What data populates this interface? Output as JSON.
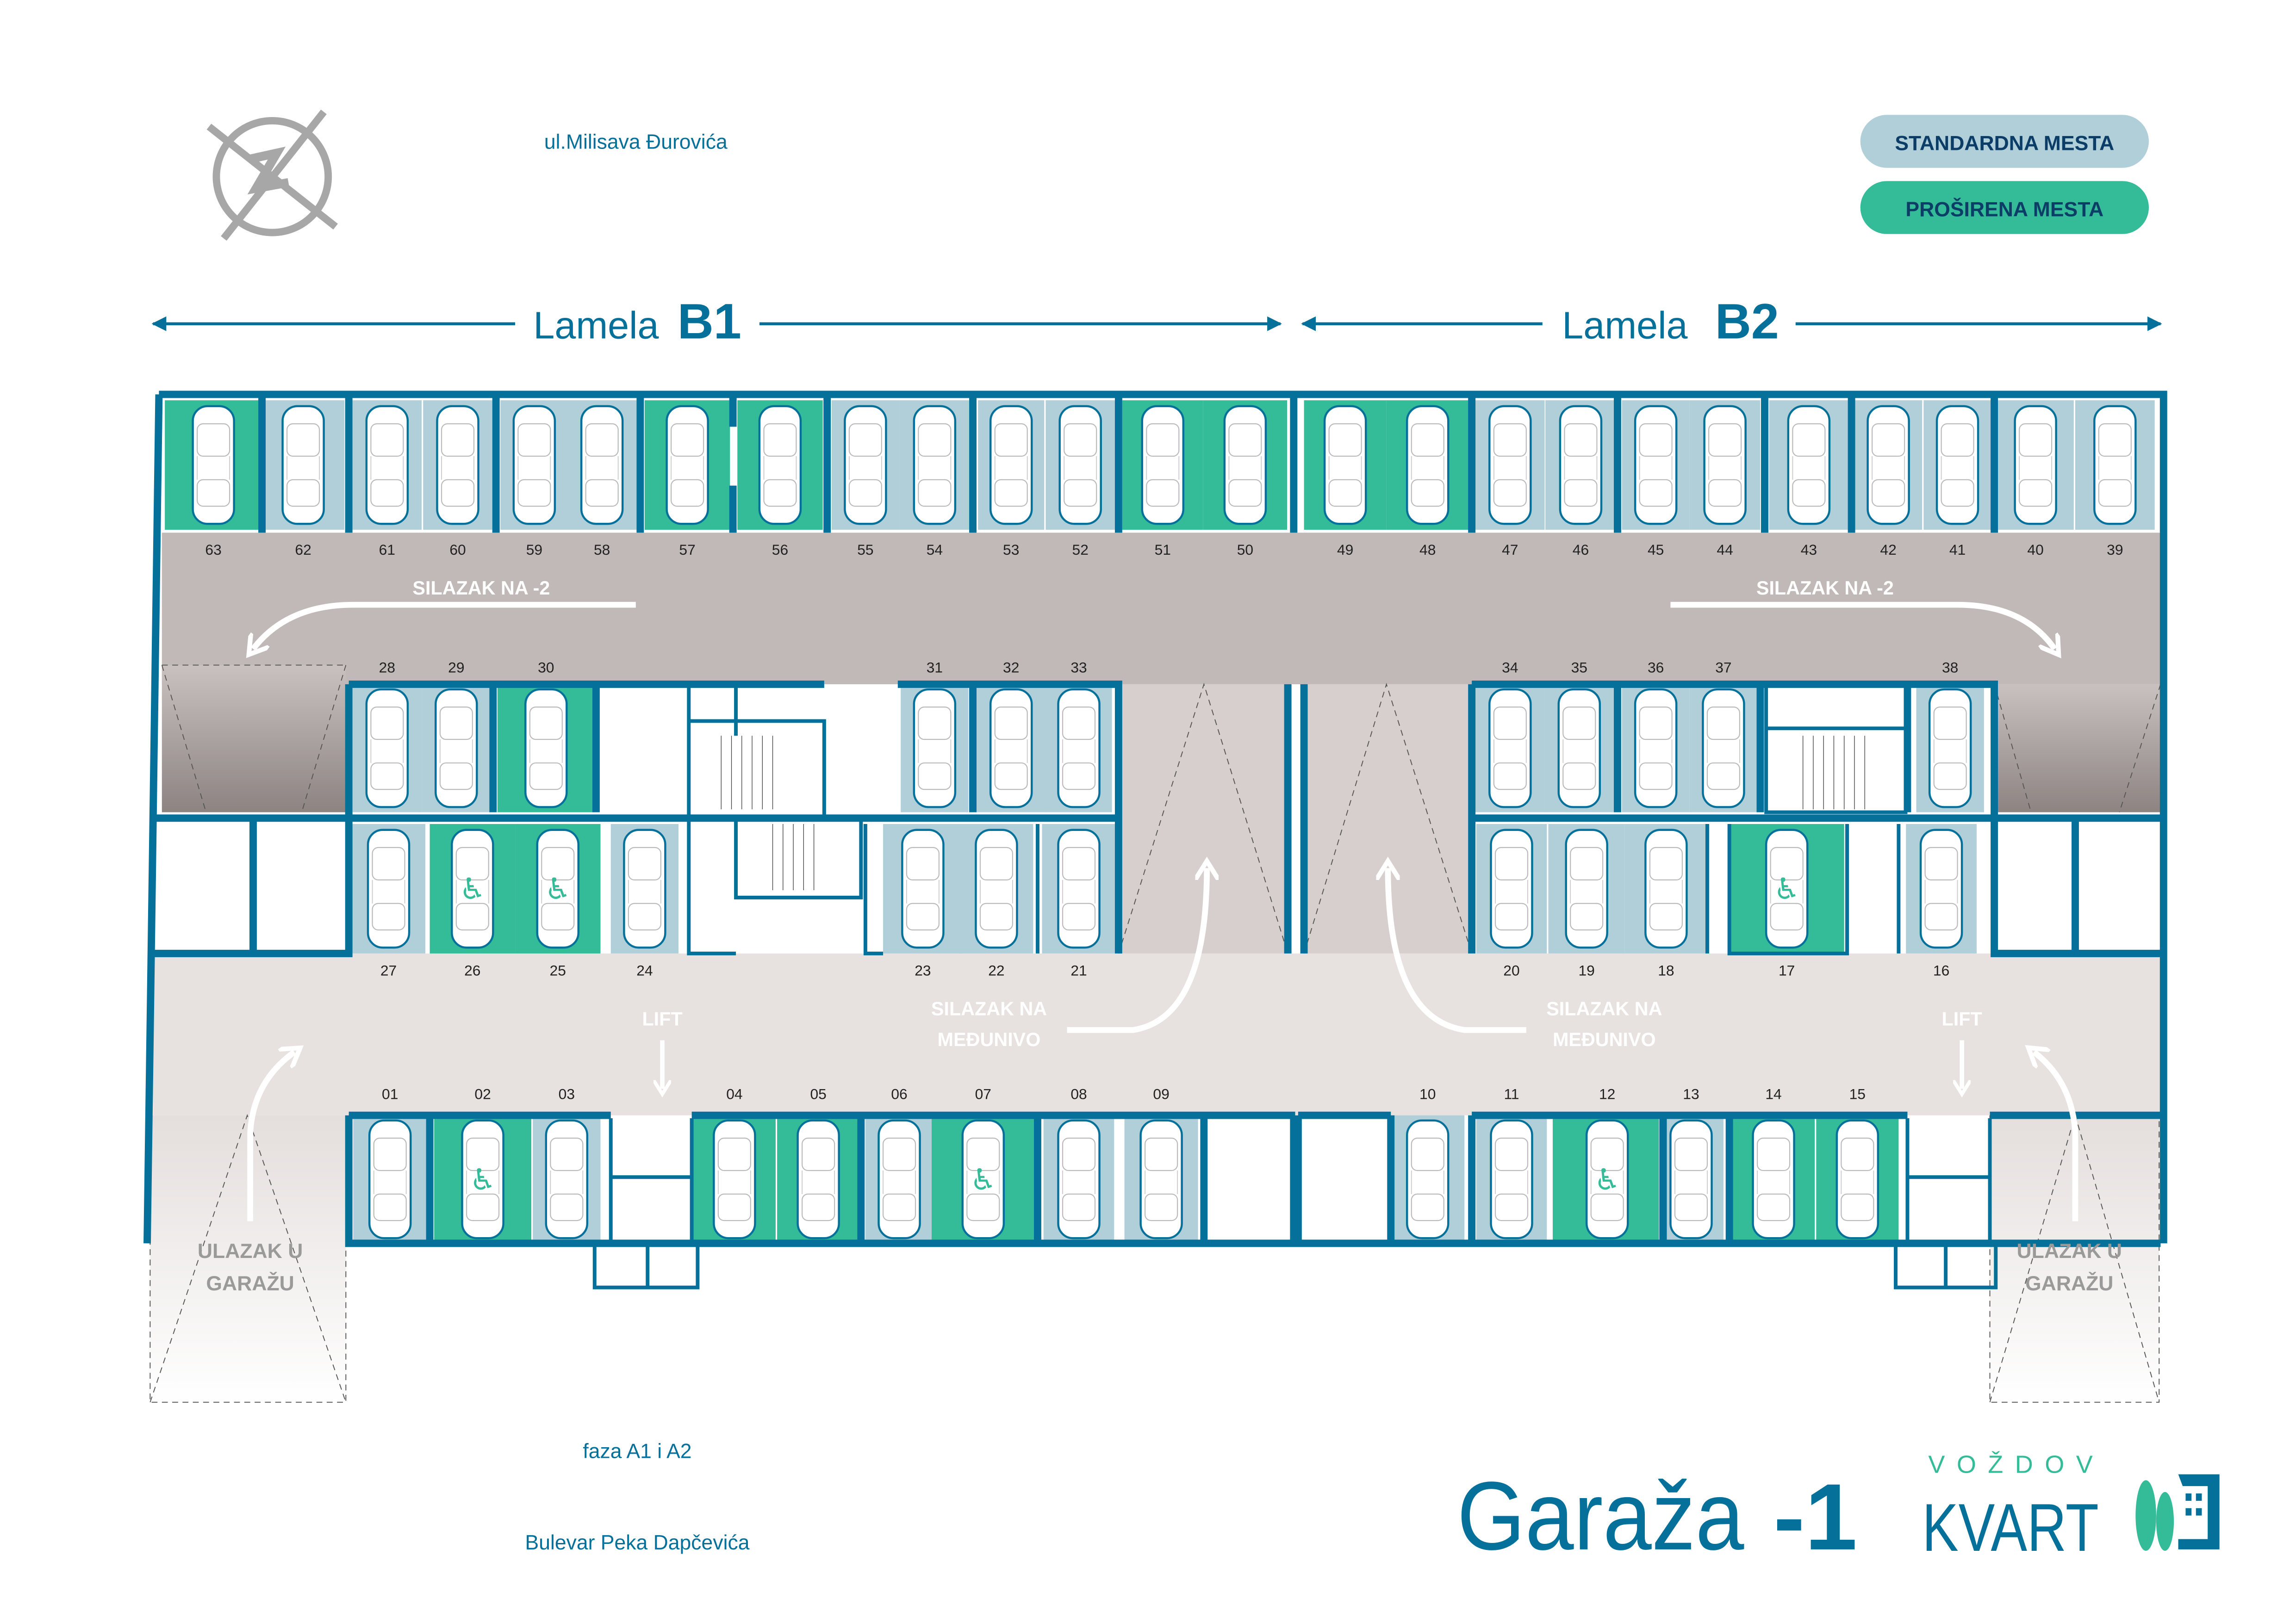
{
  "street_top": "ul.Milisava Đurovića",
  "legend": {
    "standard": {
      "label": "STANDARDNA MESTA",
      "color": "#b0cfd9"
    },
    "extended": {
      "label": "PROŠIRENA MESTA",
      "color": "#34bb98"
    },
    "text_color": "#0b3d66"
  },
  "lamela_b1": {
    "word": "Lamela",
    "code": "B1"
  },
  "lamela_b2": {
    "word": "Lamela",
    "code": "B2"
  },
  "signs": {
    "down_left": "SILAZAK NA -2",
    "down_right": "SILAZAK NA -2",
    "mezz_left_1": "SILAZAK NA",
    "mezz_left_2": "MEĐUNIVO",
    "mezz_right_1": "SILAZAK NA",
    "mezz_right_2": "MEĐUNIVO",
    "lift_left": "LIFT",
    "lift_right": "LIFT",
    "entry_left_1": "ULAZAK U",
    "entry_left_2": "GARAŽU",
    "entry_right_1": "ULAZAK U",
    "entry_right_2": "GARAŽU"
  },
  "phase_label": "faza A1 i A2",
  "street_bottom": "Bulevar Peka Dapčevića",
  "title": {
    "word": "Garaža",
    "level": "-1"
  },
  "logo": {
    "top": "VOŽDOV",
    "bottom": "KVART"
  },
  "colors": {
    "wall": "#05719a",
    "aisle": "#c1b9b7",
    "aisle_light": "#e7e1df",
    "accent_green": "#34bb98",
    "standard": "#b0cfd9"
  },
  "spots": [
    {
      "number": "63",
      "type": "extended"
    },
    {
      "number": "62",
      "type": "standard"
    },
    {
      "number": "61",
      "type": "standard"
    },
    {
      "number": "60",
      "type": "standard"
    },
    {
      "number": "59",
      "type": "standard"
    },
    {
      "number": "58",
      "type": "standard"
    },
    {
      "number": "57",
      "type": "extended"
    },
    {
      "number": "56",
      "type": "extended"
    },
    {
      "number": "55",
      "type": "standard"
    },
    {
      "number": "54",
      "type": "standard"
    },
    {
      "number": "53",
      "type": "standard"
    },
    {
      "number": "52",
      "type": "standard"
    },
    {
      "number": "51",
      "type": "extended"
    },
    {
      "number": "50",
      "type": "extended"
    },
    {
      "number": "49",
      "type": "extended"
    },
    {
      "number": "48",
      "type": "extended"
    },
    {
      "number": "47",
      "type": "standard"
    },
    {
      "number": "46",
      "type": "standard"
    },
    {
      "number": "45",
      "type": "standard"
    },
    {
      "number": "44",
      "type": "standard"
    },
    {
      "number": "43",
      "type": "standard"
    },
    {
      "number": "42",
      "type": "standard"
    },
    {
      "number": "41",
      "type": "standard"
    },
    {
      "number": "40",
      "type": "standard"
    },
    {
      "number": "39",
      "type": "standard"
    },
    {
      "number": "28",
      "type": "standard"
    },
    {
      "number": "29",
      "type": "standard"
    },
    {
      "number": "30",
      "type": "extended"
    },
    {
      "number": "31",
      "type": "standard"
    },
    {
      "number": "32",
      "type": "standard"
    },
    {
      "number": "33",
      "type": "standard"
    },
    {
      "number": "34",
      "type": "standard"
    },
    {
      "number": "35",
      "type": "standard"
    },
    {
      "number": "36",
      "type": "standard"
    },
    {
      "number": "37",
      "type": "standard"
    },
    {
      "number": "38",
      "type": "standard"
    },
    {
      "number": "27",
      "type": "standard"
    },
    {
      "number": "26",
      "type": "extended",
      "accessible": true
    },
    {
      "number": "25",
      "type": "extended",
      "accessible": true
    },
    {
      "number": "24",
      "type": "standard"
    },
    {
      "number": "23",
      "type": "standard"
    },
    {
      "number": "22",
      "type": "standard"
    },
    {
      "number": "21",
      "type": "standard"
    },
    {
      "number": "20",
      "type": "standard"
    },
    {
      "number": "19",
      "type": "standard"
    },
    {
      "number": "18",
      "type": "standard"
    },
    {
      "number": "17",
      "type": "extended",
      "accessible": true
    },
    {
      "number": "16",
      "type": "standard"
    },
    {
      "number": "01",
      "type": "standard"
    },
    {
      "number": "02",
      "type": "extended",
      "accessible": true
    },
    {
      "number": "03",
      "type": "standard"
    },
    {
      "number": "04",
      "type": "extended"
    },
    {
      "number": "05",
      "type": "extended"
    },
    {
      "number": "06",
      "type": "standard"
    },
    {
      "number": "07",
      "type": "extended",
      "accessible": true
    },
    {
      "number": "08",
      "type": "standard"
    },
    {
      "number": "09",
      "type": "standard"
    },
    {
      "number": "10",
      "type": "standard"
    },
    {
      "number": "11",
      "type": "standard"
    },
    {
      "number": "12",
      "type": "extended",
      "accessible": true
    },
    {
      "number": "13",
      "type": "standard"
    },
    {
      "number": "14",
      "type": "extended"
    },
    {
      "number": "15",
      "type": "extended"
    }
  ]
}
